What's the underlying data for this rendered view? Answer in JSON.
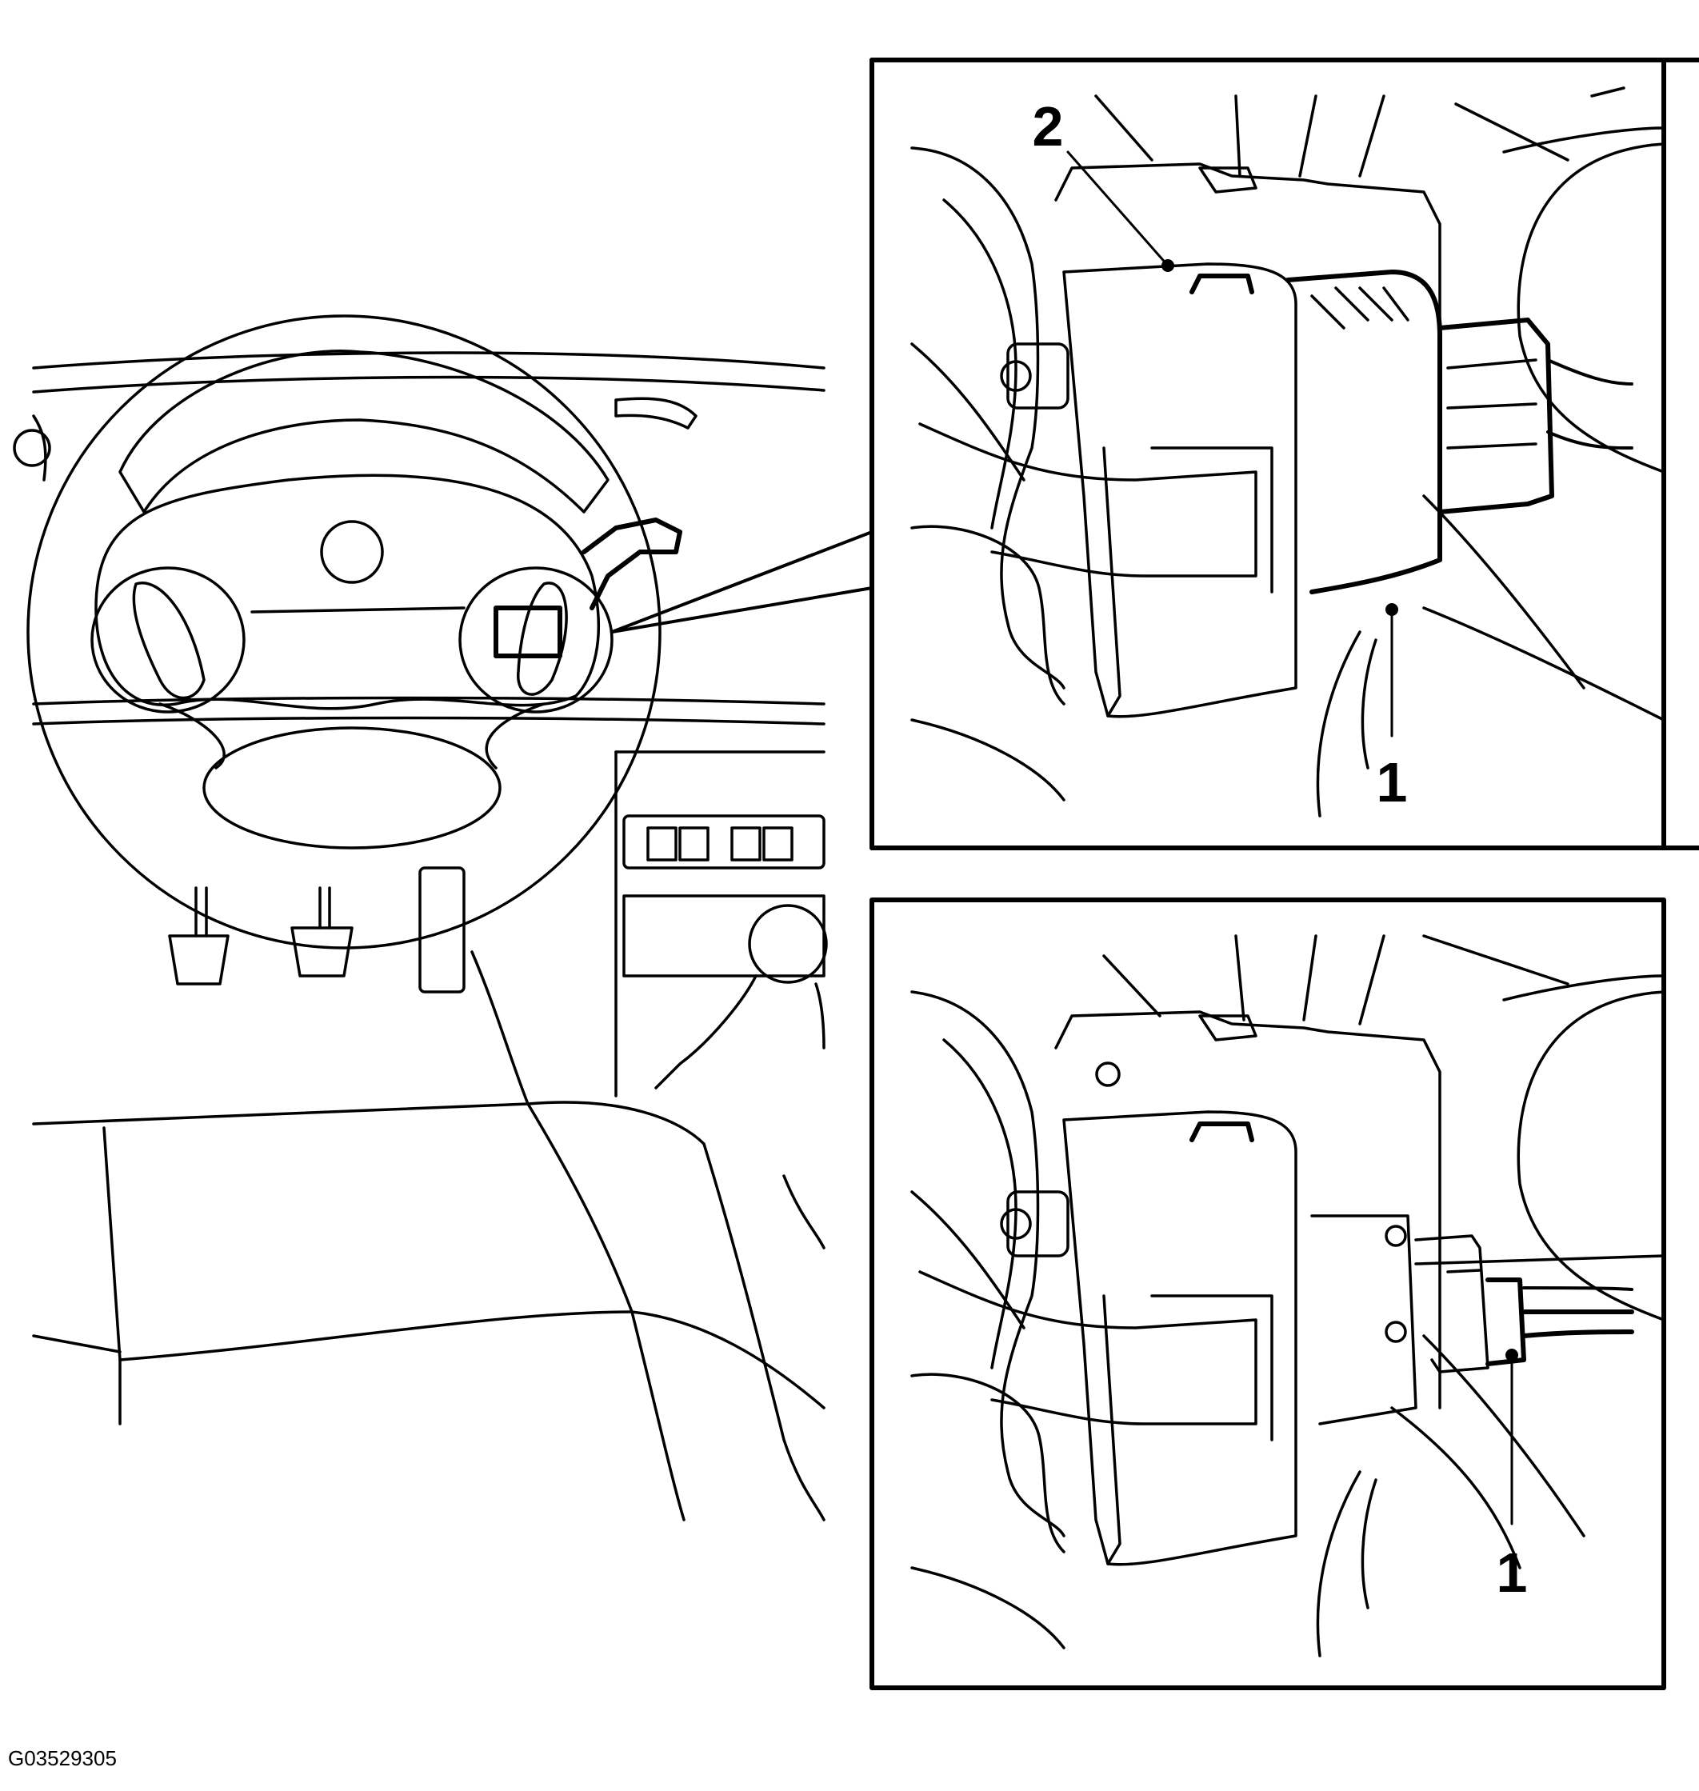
{
  "figure_id": "G03529305",
  "callouts": {
    "top_connector": "1",
    "top_bracket": "2",
    "bottom_connector": "1"
  },
  "icons": [
    "steering-wheel-icon",
    "airbag-module-icon",
    "connector-icon",
    "pedal-icon",
    "seat-icon"
  ],
  "colors": {
    "ink": "#000000",
    "paper": "#ffffff"
  }
}
